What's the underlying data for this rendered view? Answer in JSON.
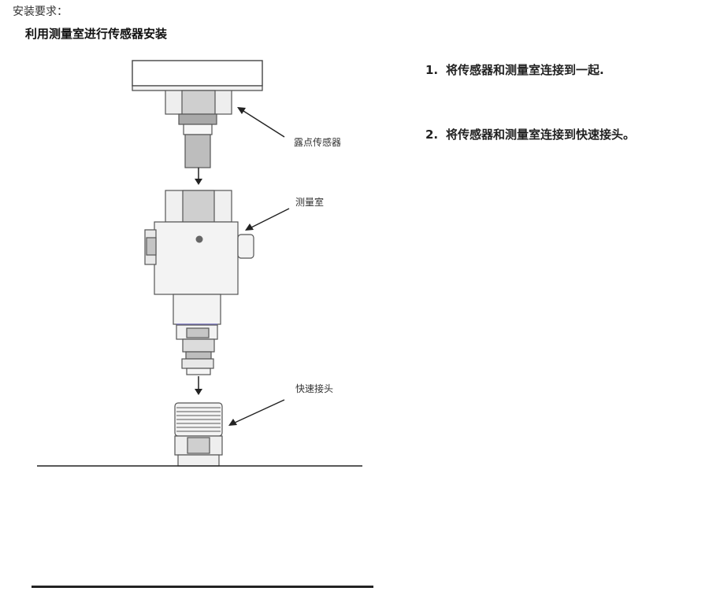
{
  "intro": "安装要求：",
  "heading": "利用测量室进行传感器安装",
  "labels": {
    "sensor": "露点传感器",
    "chamber": "测量室",
    "coupler": "快速接头"
  },
  "steps": [
    {
      "num": "1.",
      "text": "将传感器和测量室连接到一起."
    },
    {
      "num": "2.",
      "text": "将传感器和测量室连接到快速接头。"
    }
  ]
}
